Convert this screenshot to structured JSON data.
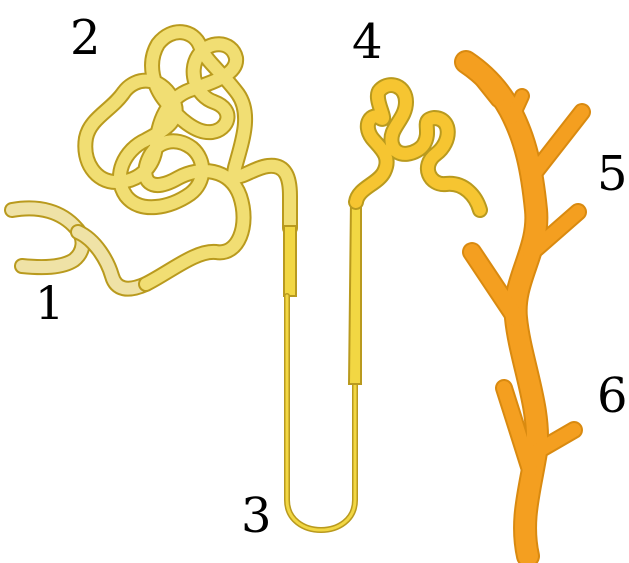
{
  "labels": {
    "one": "1",
    "two": "2",
    "three": "3",
    "four": "4",
    "five": "5",
    "six": "6"
  },
  "colors": {
    "background": "#ffffff",
    "label_text": "#000000",
    "tubule_outline": "#b99a1e",
    "bowman_capsule_fill": "#efe2a6",
    "proximal_tubule_fill": "#f1de73",
    "loop_fill": "#f2d743",
    "distal_tubule_fill": "#f6c531",
    "collecting_duct_fill": "#f49f20",
    "collecting_duct_outline": "#d98a10"
  }
}
